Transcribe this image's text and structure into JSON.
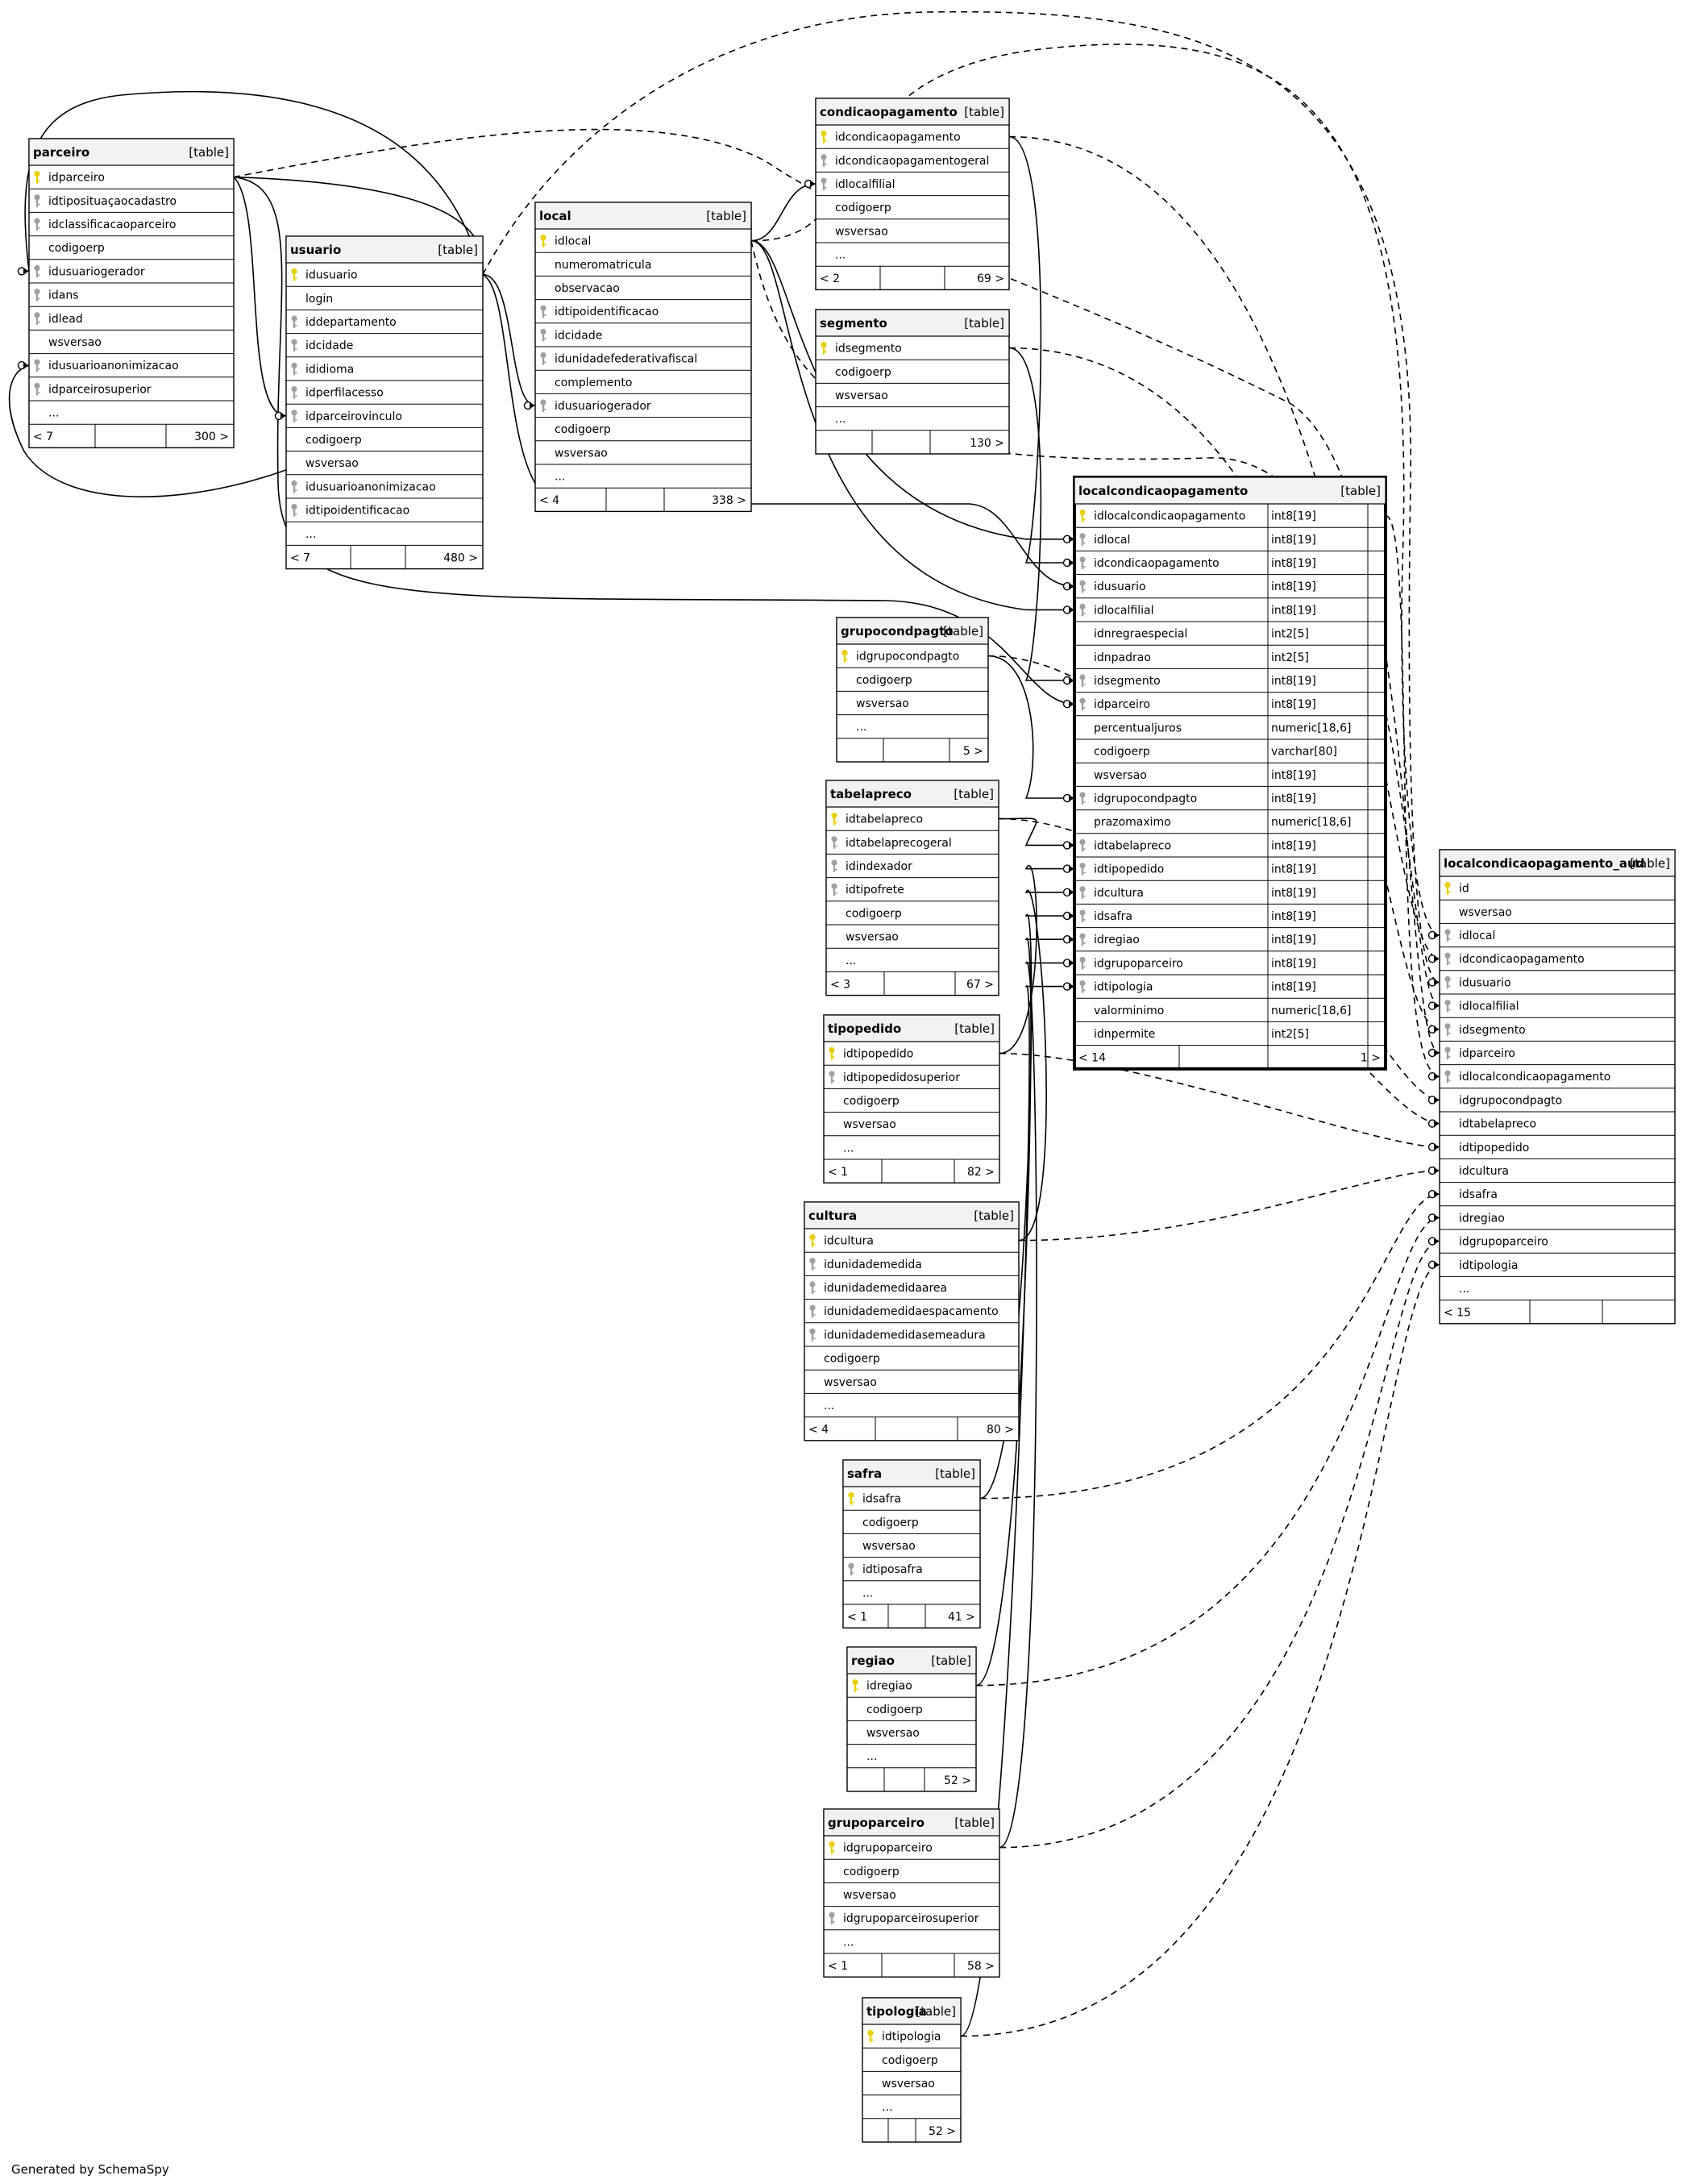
{
  "footer": "Generated by SchemaSpy",
  "colors": {
    "pk_key": "#e8d000",
    "fk_key": "#a0a0a0",
    "line": "#000000",
    "header": "#f2f2f2"
  },
  "tables": [
    {
      "name": "parceiro",
      "tag": "[table]",
      "columns": [
        {
          "name": "idparceiro",
          "key": "pk"
        },
        {
          "name": "idtiposituaçaocadastro",
          "key": "fk"
        },
        {
          "name": "idclassificacaoparceiro",
          "key": "fk"
        },
        {
          "name": "codigoerp",
          "key": ""
        },
        {
          "name": "idusuariogerador",
          "key": "fk"
        },
        {
          "name": "idans",
          "key": "fk"
        },
        {
          "name": "idlead",
          "key": "fk"
        },
        {
          "name": "wsversao",
          "key": ""
        },
        {
          "name": "idusuarioanonimizacao",
          "key": "fk"
        },
        {
          "name": "idparceirosuperior",
          "key": "fk"
        },
        {
          "name": "...",
          "key": ""
        }
      ],
      "footer": [
        "< 7",
        "",
        "300 >"
      ]
    },
    {
      "name": "usuario",
      "tag": "[table]",
      "columns": [
        {
          "name": "idusuario",
          "key": "pk"
        },
        {
          "name": "login",
          "key": ""
        },
        {
          "name": "iddepartamento",
          "key": "fk"
        },
        {
          "name": "idcidade",
          "key": "fk"
        },
        {
          "name": "ididioma",
          "key": "fk"
        },
        {
          "name": "idperfilacesso",
          "key": "fk"
        },
        {
          "name": "idparceirovinculo",
          "key": "fk"
        },
        {
          "name": "codigoerp",
          "key": ""
        },
        {
          "name": "wsversao",
          "key": ""
        },
        {
          "name": "idusuarioanonimizacao",
          "key": "fk"
        },
        {
          "name": "idtipoidentificacao",
          "key": "fk"
        },
        {
          "name": "...",
          "key": ""
        }
      ],
      "footer": [
        "< 7",
        "",
        "480 >"
      ]
    },
    {
      "name": "local",
      "tag": "[table]",
      "columns": [
        {
          "name": "idlocal",
          "key": "pk"
        },
        {
          "name": "numeromatricula",
          "key": ""
        },
        {
          "name": "observacao",
          "key": ""
        },
        {
          "name": "idtipoidentificacao",
          "key": "fk"
        },
        {
          "name": "idcidade",
          "key": "fk"
        },
        {
          "name": "idunidadefederativafiscal",
          "key": "fk"
        },
        {
          "name": "complemento",
          "key": ""
        },
        {
          "name": "idusuariogerador",
          "key": "fk"
        },
        {
          "name": "codigoerp",
          "key": ""
        },
        {
          "name": "wsversao",
          "key": ""
        },
        {
          "name": "...",
          "key": ""
        }
      ],
      "footer": [
        "< 4",
        "",
        "338 >"
      ]
    },
    {
      "name": "condicaopagamento",
      "tag": "[table]",
      "columns": [
        {
          "name": "idcondicaopagamento",
          "key": "pk"
        },
        {
          "name": "idcondicaopagamentogeral",
          "key": "fk"
        },
        {
          "name": "idlocalfilial",
          "key": "fk"
        },
        {
          "name": "codigoerp",
          "key": ""
        },
        {
          "name": "wsversao",
          "key": ""
        },
        {
          "name": "...",
          "key": ""
        }
      ],
      "footer": [
        "< 2",
        "",
        "69 >"
      ]
    },
    {
      "name": "segmento",
      "tag": "[table]",
      "columns": [
        {
          "name": "idsegmento",
          "key": "pk"
        },
        {
          "name": "codigoerp",
          "key": ""
        },
        {
          "name": "wsversao",
          "key": ""
        },
        {
          "name": "...",
          "key": ""
        }
      ],
      "footer": [
        "",
        "",
        "130 >"
      ]
    },
    {
      "name": "localcondicaopagamento",
      "tag": "[table]",
      "columns": [
        {
          "name": "idlocalcondicaopagamento",
          "type": "int8[19]",
          "key": "pk"
        },
        {
          "name": "idlocal",
          "type": "int8[19]",
          "key": "fk"
        },
        {
          "name": "idcondicaopagamento",
          "type": "int8[19]",
          "key": "fk"
        },
        {
          "name": "idusuario",
          "type": "int8[19]",
          "key": "fk"
        },
        {
          "name": "idlocalfilial",
          "type": "int8[19]",
          "key": "fk"
        },
        {
          "name": "idnregraespecial",
          "type": "int2[5]",
          "key": ""
        },
        {
          "name": "idnpadrao",
          "type": "int2[5]",
          "key": ""
        },
        {
          "name": "idsegmento",
          "type": "int8[19]",
          "key": "fk"
        },
        {
          "name": "idparceiro",
          "type": "int8[19]",
          "key": "fk"
        },
        {
          "name": "percentualjuros",
          "type": "numeric[18,6]",
          "key": ""
        },
        {
          "name": "codigoerp",
          "type": "varchar[80]",
          "key": ""
        },
        {
          "name": "wsversao",
          "type": "int8[19]",
          "key": ""
        },
        {
          "name": "idgrupocondpagto",
          "type": "int8[19]",
          "key": "fk"
        },
        {
          "name": "prazomaximo",
          "type": "numeric[18,6]",
          "key": ""
        },
        {
          "name": "idtabelapreco",
          "type": "int8[19]",
          "key": "fk"
        },
        {
          "name": "idtipopedido",
          "type": "int8[19]",
          "key": "fk"
        },
        {
          "name": "idcultura",
          "type": "int8[19]",
          "key": "fk"
        },
        {
          "name": "idsafra",
          "type": "int8[19]",
          "key": "fk"
        },
        {
          "name": "idregiao",
          "type": "int8[19]",
          "key": "fk"
        },
        {
          "name": "idgrupoparceiro",
          "type": "int8[19]",
          "key": "fk"
        },
        {
          "name": "idtipologia",
          "type": "int8[19]",
          "key": "fk"
        },
        {
          "name": "valorminimo",
          "type": "numeric[18,6]",
          "key": ""
        },
        {
          "name": "idnpermite",
          "type": "int2[5]",
          "key": ""
        }
      ],
      "footer": [
        "< 14",
        "",
        "1 >"
      ]
    },
    {
      "name": "grupocondpagto",
      "tag": "[table]",
      "columns": [
        {
          "name": "idgrupocondpagto",
          "key": "pk"
        },
        {
          "name": "codigoerp",
          "key": ""
        },
        {
          "name": "wsversao",
          "key": ""
        },
        {
          "name": "...",
          "key": ""
        }
      ],
      "footer": [
        "",
        "",
        "5 >"
      ]
    },
    {
      "name": "tabelapreco",
      "tag": "[table]",
      "columns": [
        {
          "name": "idtabelapreco",
          "key": "pk"
        },
        {
          "name": "idtabelaprecogeral",
          "key": "fk"
        },
        {
          "name": "idindexador",
          "key": "fk"
        },
        {
          "name": "idtipofrete",
          "key": "fk"
        },
        {
          "name": "codigoerp",
          "key": ""
        },
        {
          "name": "wsversao",
          "key": ""
        },
        {
          "name": "...",
          "key": ""
        }
      ],
      "footer": [
        "< 3",
        "",
        "67 >"
      ]
    },
    {
      "name": "tipopedido",
      "tag": "[table]",
      "columns": [
        {
          "name": "idtipopedido",
          "key": "pk"
        },
        {
          "name": "idtipopedidosuperior",
          "key": "fk"
        },
        {
          "name": "codigoerp",
          "key": ""
        },
        {
          "name": "wsversao",
          "key": ""
        },
        {
          "name": "...",
          "key": ""
        }
      ],
      "footer": [
        "< 1",
        "",
        "82 >"
      ]
    },
    {
      "name": "cultura",
      "tag": "[table]",
      "columns": [
        {
          "name": "idcultura",
          "key": "pk"
        },
        {
          "name": "idunidademedida",
          "key": "fk"
        },
        {
          "name": "idunidademedidaarea",
          "key": "fk"
        },
        {
          "name": "idunidademedidaespacamento",
          "key": "fk"
        },
        {
          "name": "idunidademedidasemeadura",
          "key": "fk"
        },
        {
          "name": "codigoerp",
          "key": ""
        },
        {
          "name": "wsversao",
          "key": ""
        },
        {
          "name": "...",
          "key": ""
        }
      ],
      "footer": [
        "< 4",
        "",
        "80 >"
      ]
    },
    {
      "name": "safra",
      "tag": "[table]",
      "columns": [
        {
          "name": "idsafra",
          "key": "pk"
        },
        {
          "name": "codigoerp",
          "key": ""
        },
        {
          "name": "wsversao",
          "key": ""
        },
        {
          "name": "idtiposafra",
          "key": "fk"
        },
        {
          "name": "...",
          "key": ""
        }
      ],
      "footer": [
        "< 1",
        "",
        "41 >"
      ]
    },
    {
      "name": "regiao",
      "tag": "[table]",
      "columns": [
        {
          "name": "idregiao",
          "key": "pk"
        },
        {
          "name": "codigoerp",
          "key": ""
        },
        {
          "name": "wsversao",
          "key": ""
        },
        {
          "name": "...",
          "key": ""
        }
      ],
      "footer": [
        "",
        "",
        "52 >"
      ]
    },
    {
      "name": "grupoparceiro",
      "tag": "[table]",
      "columns": [
        {
          "name": "idgrupoparceiro",
          "key": "pk"
        },
        {
          "name": "codigoerp",
          "key": ""
        },
        {
          "name": "wsversao",
          "key": ""
        },
        {
          "name": "idgrupoparceirosuperior",
          "key": "fk"
        },
        {
          "name": "...",
          "key": ""
        }
      ],
      "footer": [
        "< 1",
        "",
        "58 >"
      ]
    },
    {
      "name": "tipologia",
      "tag": "[table]",
      "columns": [
        {
          "name": "idtipologia",
          "key": "pk"
        },
        {
          "name": "codigoerp",
          "key": ""
        },
        {
          "name": "wsversao",
          "key": ""
        },
        {
          "name": "...",
          "key": ""
        }
      ],
      "footer": [
        "",
        "",
        "52 >"
      ]
    },
    {
      "name": "localcondicaopagamento_aud",
      "tag": "[table]",
      "columns": [
        {
          "name": "id",
          "key": "pk"
        },
        {
          "name": "wsversao",
          "key": ""
        },
        {
          "name": "idlocal",
          "key": "fk"
        },
        {
          "name": "idcondicaopagamento",
          "key": "fk"
        },
        {
          "name": "idusuario",
          "key": "fk"
        },
        {
          "name": "idlocalfilial",
          "key": "fk"
        },
        {
          "name": "idsegmento",
          "key": "fk"
        },
        {
          "name": "idparceiro",
          "key": "fk"
        },
        {
          "name": "idlocalcondicaopagamento",
          "key": "fk"
        },
        {
          "name": "idgrupocondpagto",
          "key": ""
        },
        {
          "name": "idtabelapreco",
          "key": ""
        },
        {
          "name": "idtipopedido",
          "key": ""
        },
        {
          "name": "idcultura",
          "key": ""
        },
        {
          "name": "idsafra",
          "key": ""
        },
        {
          "name": "idregiao",
          "key": ""
        },
        {
          "name": "idgrupoparceiro",
          "key": ""
        },
        {
          "name": "idtipologia",
          "key": ""
        },
        {
          "name": "...",
          "key": ""
        }
      ],
      "footer": [
        "< 15",
        "",
        ""
      ]
    }
  ]
}
